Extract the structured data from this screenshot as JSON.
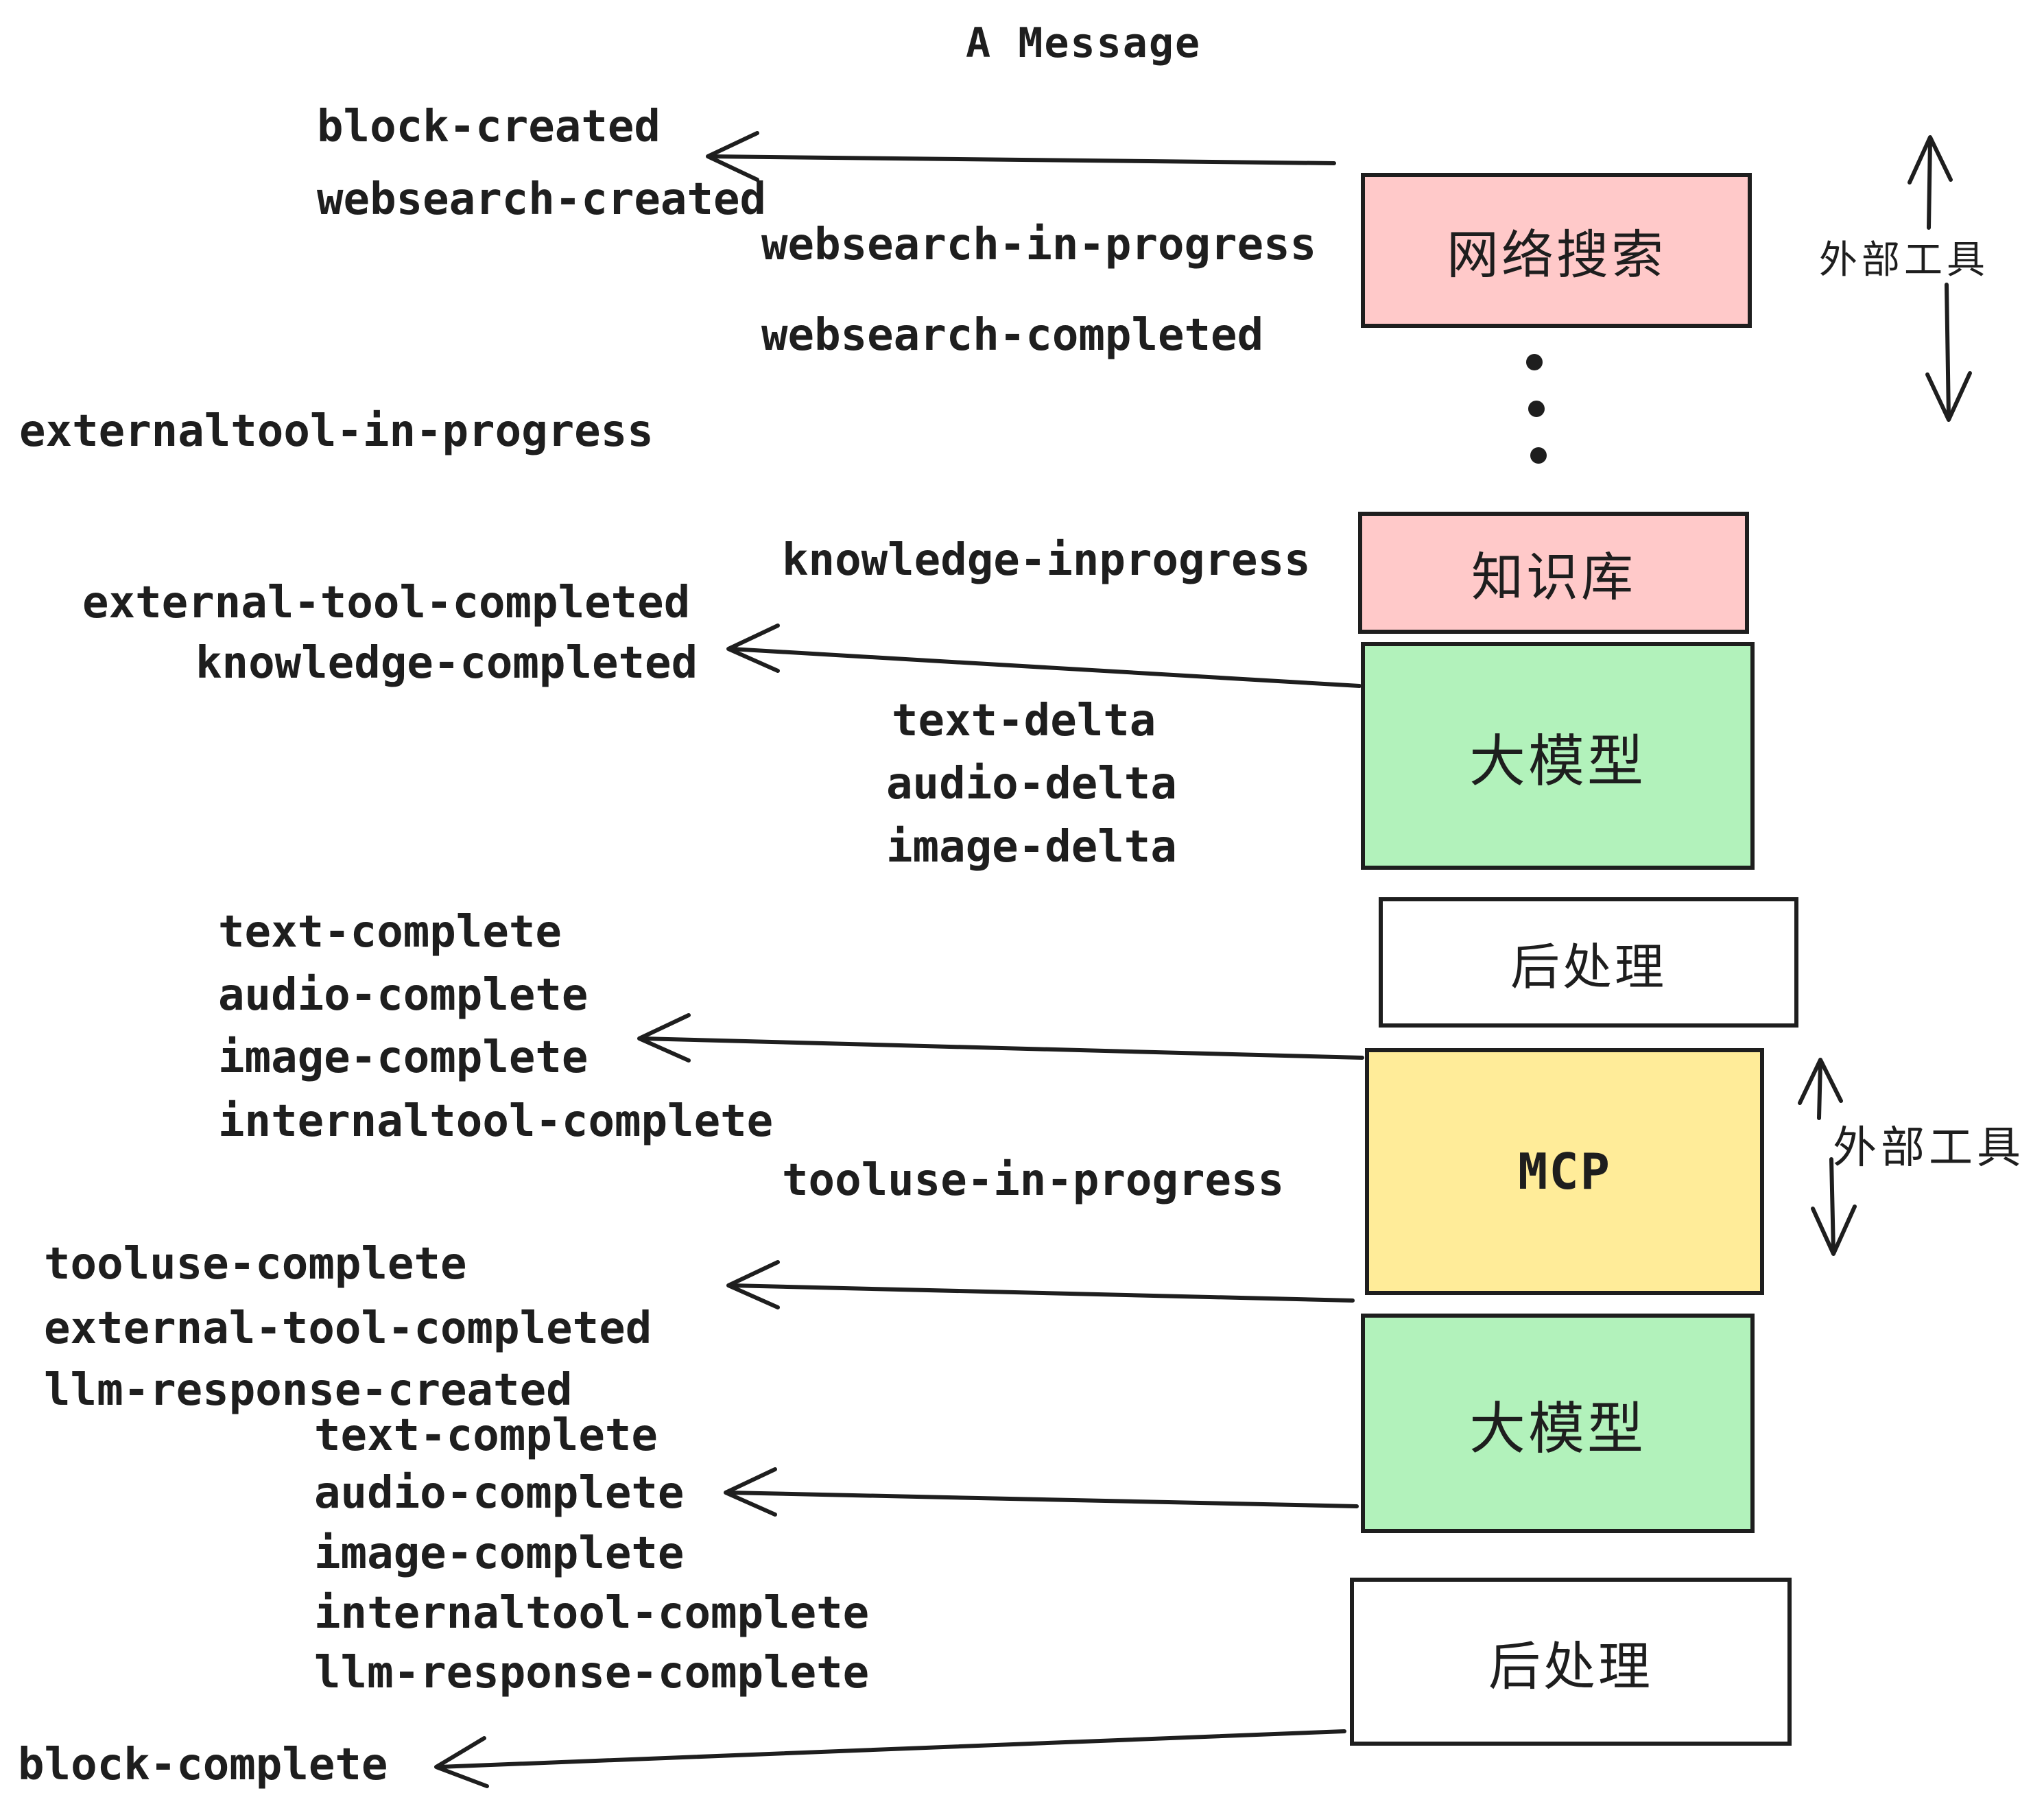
{
  "title": "A Message",
  "events": [
    "block-created",
    "websearch-created",
    "websearch-in-progress",
    "websearch-completed",
    "externaltool-in-progress",
    "knowledge-inprogress",
    "external-tool-completed",
    "knowledge-completed",
    "text-delta",
    "audio-delta",
    "image-delta",
    "text-complete",
    "audio-complete",
    "image-complete",
    "internaltool-complete",
    "tooluse-in-progress",
    "tooluse-complete",
    "external-tool-completed",
    "llm-response-created",
    "text-complete",
    "audio-complete",
    "image-complete",
    "internaltool-complete",
    "llm-response-complete",
    "block-complete"
  ],
  "boxes": [
    {
      "id": "web-search",
      "label": "网络搜索",
      "fill": "#ffc9c9"
    },
    {
      "id": "knowledge-base",
      "label": "知识库",
      "fill": "#ffc9c9"
    },
    {
      "id": "llm-1",
      "label": "大模型",
      "fill": "#b2f2bb"
    },
    {
      "id": "post-process-1",
      "label": "后处理",
      "fill": "#ffffff"
    },
    {
      "id": "mcp",
      "label": "MCP",
      "fill": "#ffec99"
    },
    {
      "id": "llm-2",
      "label": "大模型",
      "fill": "#b2f2bb"
    },
    {
      "id": "post-process-2",
      "label": "后处理",
      "fill": "#ffffff"
    }
  ],
  "side_labels": [
    {
      "label": "外部工具"
    },
    {
      "label": "外部工具"
    }
  ],
  "colors": {
    "stroke": "#1e1e1e",
    "pink": "#ffc9c9",
    "green": "#b2f2bb",
    "yellow": "#ffec99",
    "background": "#ffffff"
  }
}
